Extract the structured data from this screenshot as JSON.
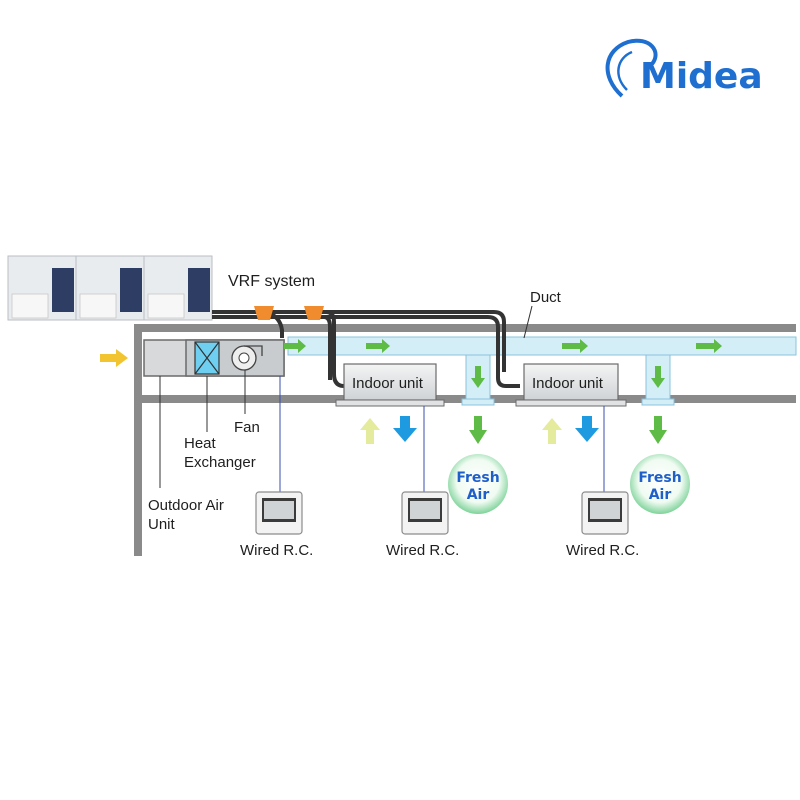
{
  "brand": {
    "name": "Midea",
    "color": "#1e6fd0"
  },
  "labels": {
    "vrf_system": "VRF system",
    "duct": "Duct",
    "indoor_unit_1": "Indoor unit",
    "indoor_unit_2": "Indoor unit",
    "fan": "Fan",
    "heat_exchanger_line1": "Heat",
    "heat_exchanger_line2": "Exchanger",
    "outdoor_air_unit_line1": "Outdoor Air",
    "outdoor_air_unit_line2": "Unit",
    "wired_rc_1": "Wired R.C.",
    "wired_rc_2": "Wired R.C.",
    "wired_rc_3": "Wired R.C.",
    "fresh_air_1_line1": "Fresh",
    "fresh_air_1_line2": "Air",
    "fresh_air_2_line1": "Fresh",
    "fresh_air_2_line2": "Air"
  },
  "icons": {
    "outdoor_units": "vrf-outdoor-unit-icon",
    "intake_arrow": "yellow-arrow-icon",
    "supply_arrow": "green-arrow-icon",
    "return_arrow": "blue-arrow-icon",
    "remote": "wired-remote-controller-icon",
    "fresh_air_badge": "fresh-air-badge-icon"
  },
  "colors": {
    "duct_fill": "#d4eef8",
    "structure": "#8a8a8a",
    "pipe": "#333333",
    "valve": "#f08c2e",
    "green_arrow": "#5dbb46",
    "blue_arrow": "#1e9be0",
    "yellow_arrow": "#f2c530",
    "pale_yellow_arrow": "#e4eb9c",
    "signal_line": "#3a4fb0"
  }
}
